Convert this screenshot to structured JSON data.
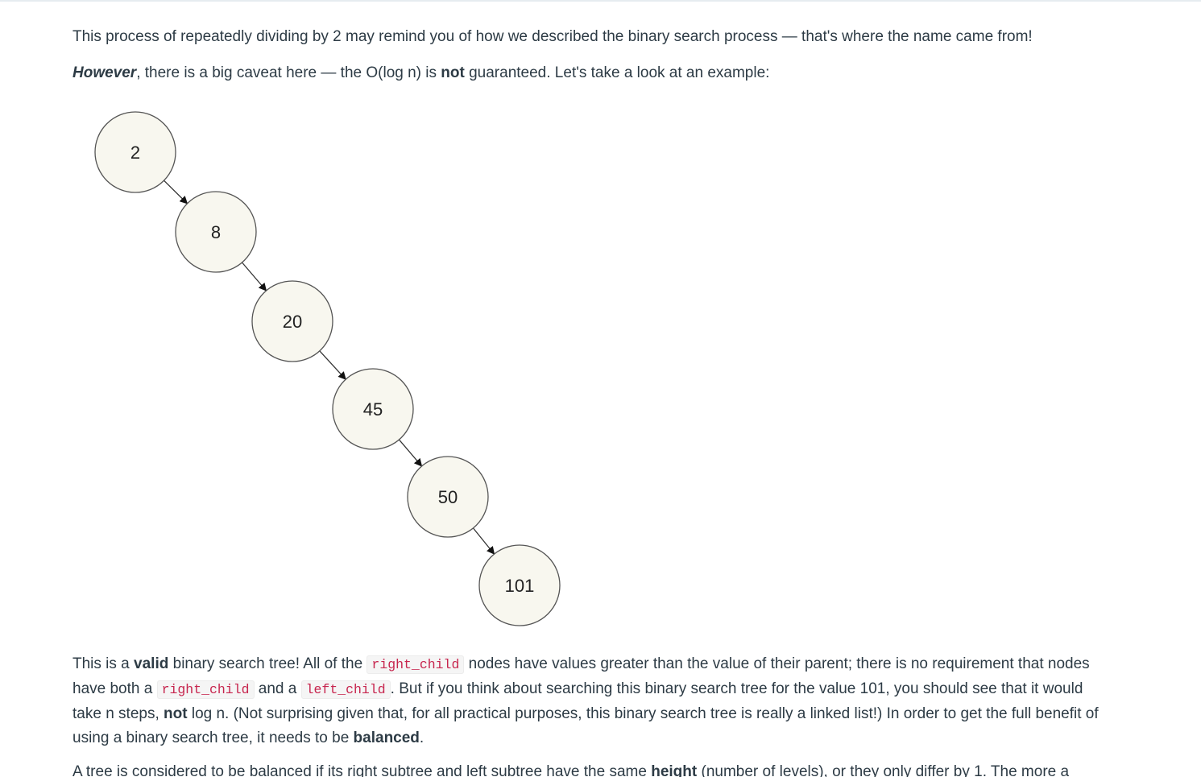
{
  "paragraph1": {
    "text": "This process of repeatedly dividing by 2 may remind you of how we described the binary search process — that's where the name came from!"
  },
  "paragraph2": {
    "emphasis": "However",
    "part1": ", there is a big caveat here — the O(log n) is ",
    "bold_not": "not",
    "part2": " guaranteed. Let's take a look at an example:"
  },
  "tree": {
    "nodes": [
      "2",
      "8",
      "20",
      "45",
      "50",
      "101"
    ],
    "node_fill": "#f8f7ef",
    "node_stroke": "#555555"
  },
  "paragraph3": {
    "s1": "This is a ",
    "b_valid": "valid",
    "s2": " binary search tree! All of the ",
    "code_right1": "right_child",
    "s3": " nodes have values greater than the value of their parent; there is no requirement that nodes have both a ",
    "code_right2": "right_child",
    "s4": " and a ",
    "code_left": "left_child",
    "s5": ". But if you think about searching this binary search tree for the value 101, you should see that it would take n steps, ",
    "b_not": "not",
    "s6": " log n. (Not surprising given that, for all practical purposes, this binary search tree is really a linked list!) In order to get the full benefit of using a binary search tree, it needs to be ",
    "b_balanced": "balanced",
    "s7": "."
  },
  "paragraph4": {
    "s1": "A tree is considered to be balanced if its right subtree and left subtree have the same ",
    "b_height": "height",
    "s2": " (number of levels), or they only differ by 1. The more a"
  }
}
